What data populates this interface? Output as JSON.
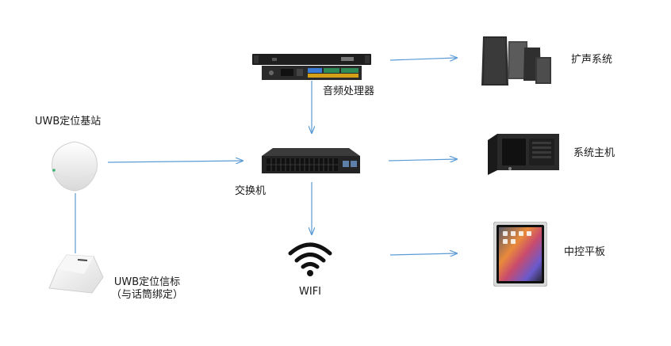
{
  "labels": {
    "audio_processor": "音频处理器",
    "pa_system": "扩声系统",
    "uwb_base_station": "UWB定位基站",
    "switch": "交换机",
    "system_host": "系统主机",
    "wifi": "WIFI",
    "tablet": "中控平板",
    "uwb_tag_line1": "UWB定位信标",
    "uwb_tag_line2": "（与话筒绑定）"
  },
  "colors": {
    "arrow": "#5b9bd5",
    "device_dark": "#1e1e1e",
    "device_white": "#f3f3f3"
  },
  "icons": {
    "audio_processor": "rack-audio-processor-icon",
    "pa_system": "speaker-set-icon",
    "uwb_base_station": "ceiling-access-point-icon",
    "switch": "network-switch-icon",
    "system_host": "rack-server-icon",
    "wifi": "wifi-icon",
    "tablet": "tablet-icon",
    "uwb_tag": "uwb-tag-icon"
  }
}
